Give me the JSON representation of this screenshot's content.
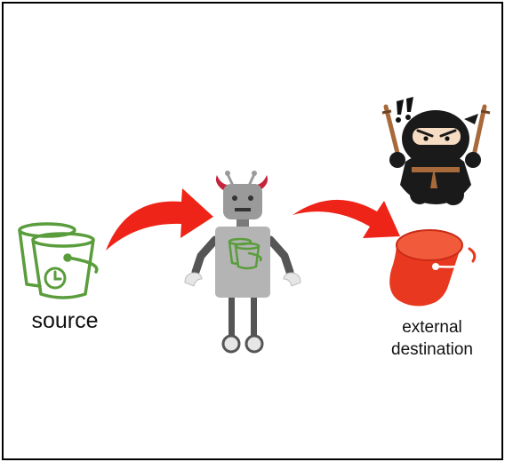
{
  "labels": {
    "source": "source",
    "destination_line1": "external",
    "destination_line2": "destination"
  },
  "icons": {
    "source": "green-buckets-clock-icon",
    "robot": "evil-robot-icon",
    "ninja": "ninja-icon",
    "destination": "red-bucket-icon",
    "arrows": "red-curved-arrow-icon"
  },
  "colors": {
    "source_green": "#5a9d3c",
    "arrow_red": "#ee2418",
    "bucket_red": "#e8381f",
    "robot_gray": "#9a9a9a",
    "robot_dark": "#555555",
    "horns": "#c6243d",
    "ninja_black": "#1a1a1a",
    "sword_brown": "#a86a3a"
  }
}
